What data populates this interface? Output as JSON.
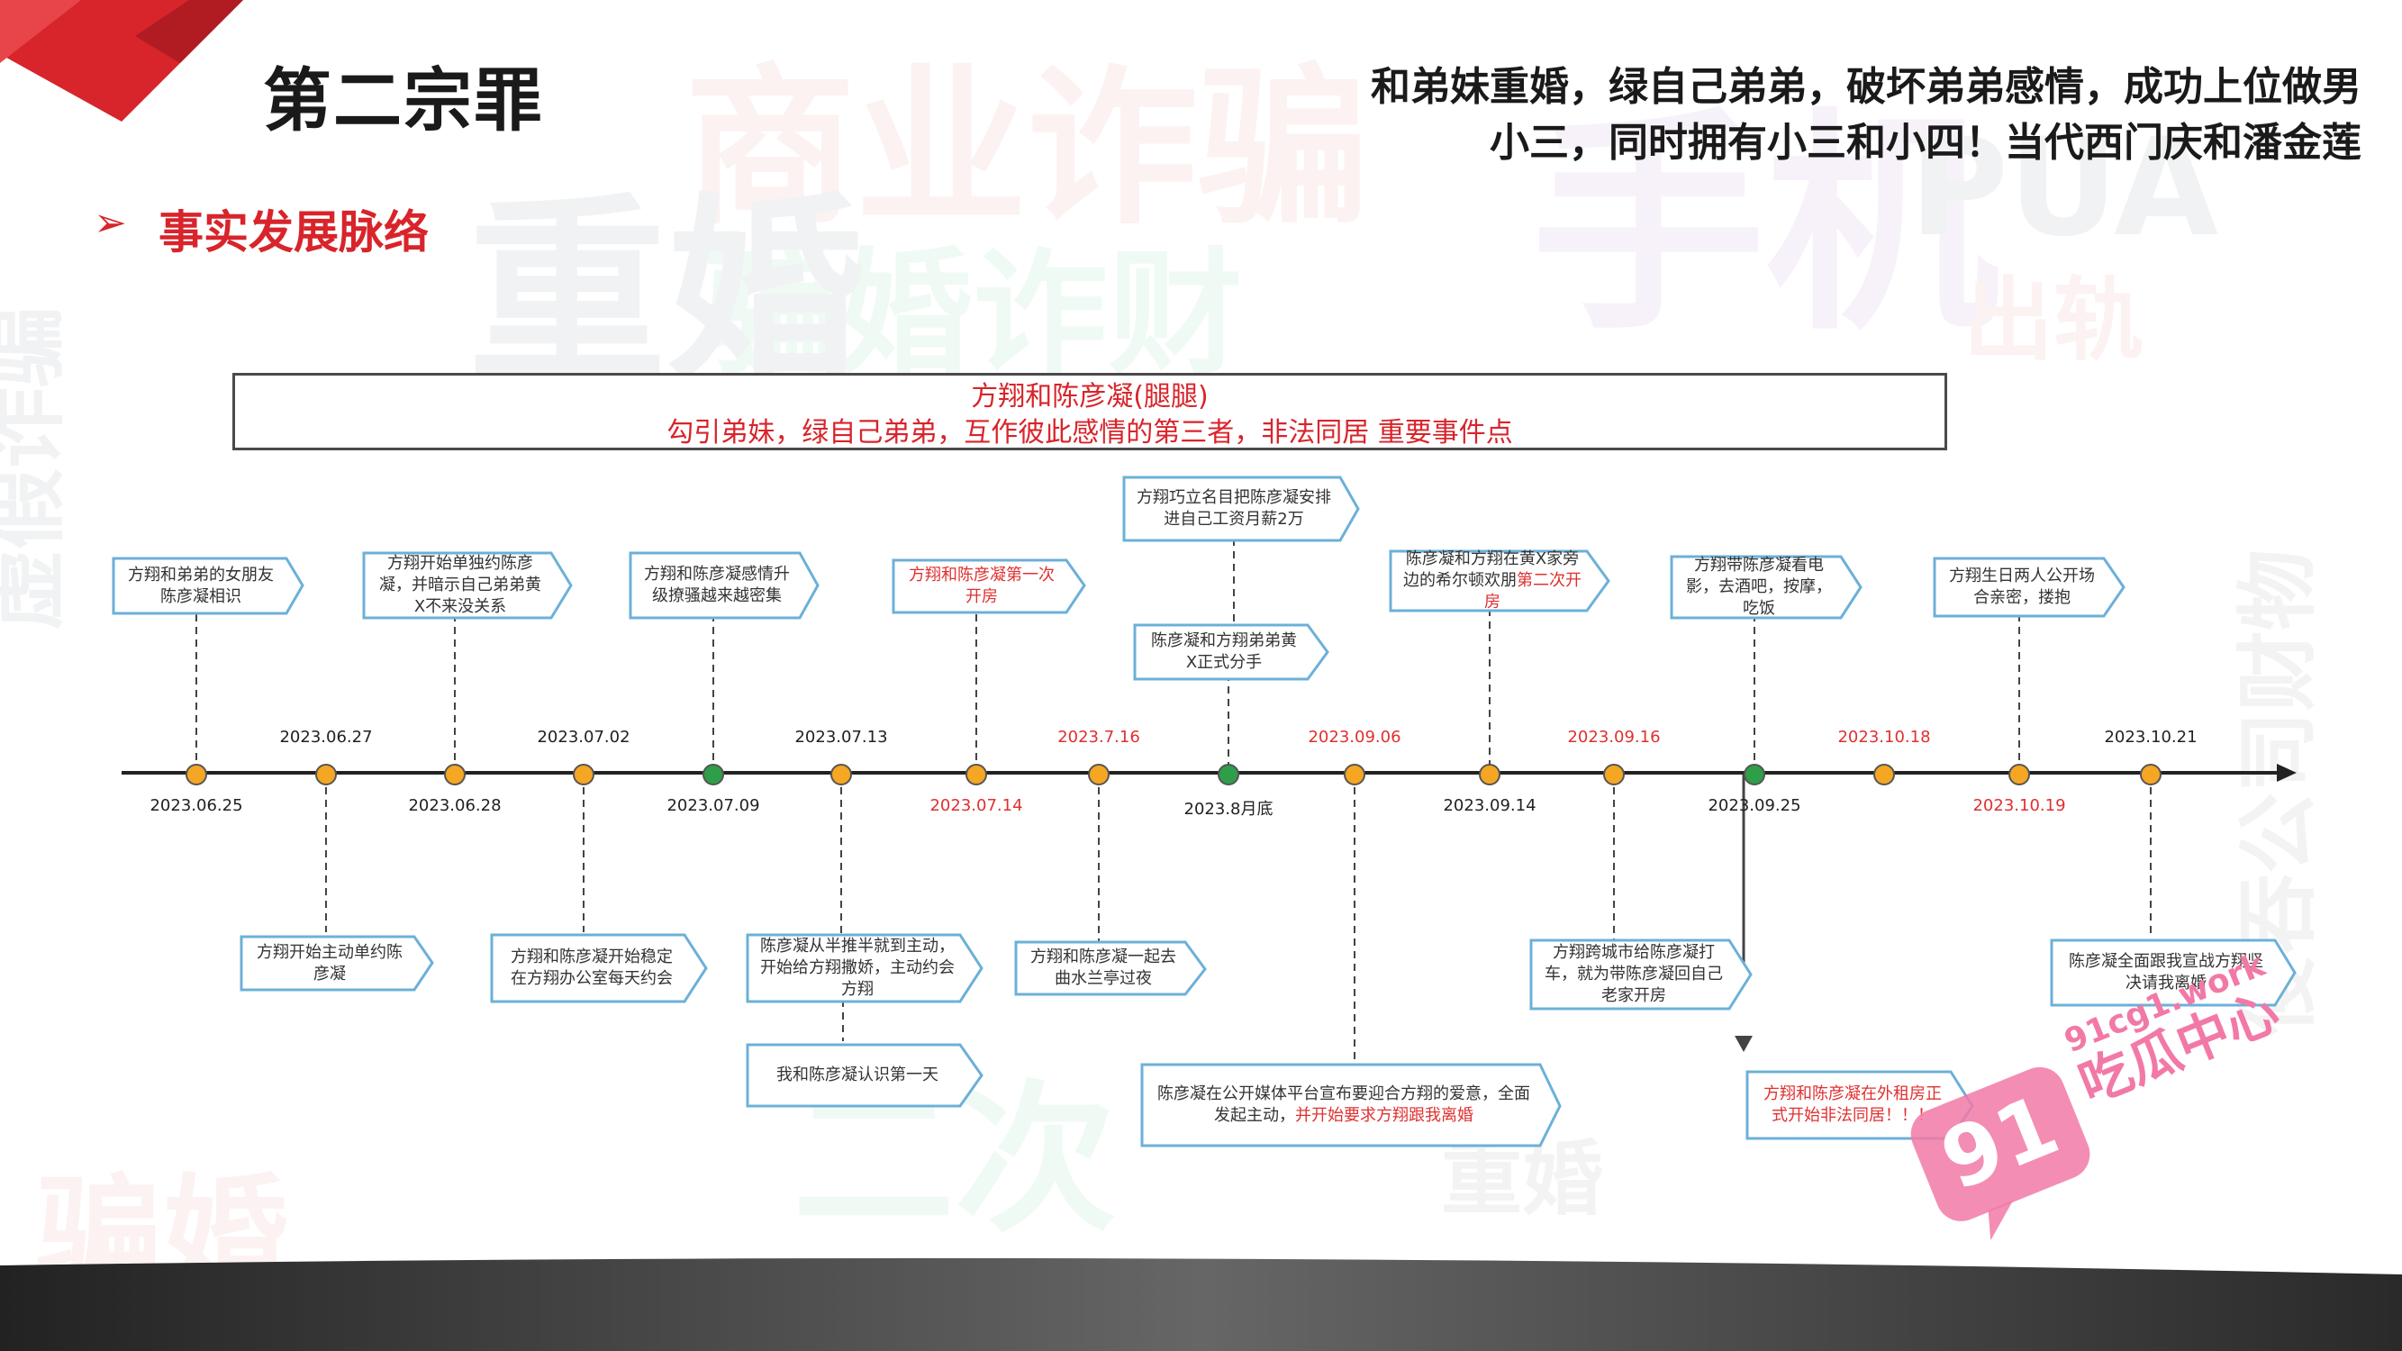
{
  "header": {
    "title": "第二宗罪",
    "headline_lines": [
      "和弟妹重婚，绿自己弟弟，破坏弟弟感情，成功上位做男",
      "小三，同时拥有小三和小四！当代西门庆和潘金莲"
    ],
    "section": "事实发展脉络"
  },
  "summary_box": {
    "line1": "方翔和陈彦凝(腿腿)",
    "line2": "勾引弟妹，绿自己弟弟，互作彼此感情的第三者，非法同居 重要事件点"
  },
  "timeline": {
    "nodes": [
      {
        "date": "2023.06.25",
        "label_pos": "below",
        "color": "orange",
        "red": false
      },
      {
        "date": "2023.06.27",
        "label_pos": "above",
        "color": "orange",
        "red": false
      },
      {
        "date": "2023.06.28",
        "label_pos": "below",
        "color": "orange",
        "red": false
      },
      {
        "date": "2023.07.02",
        "label_pos": "above",
        "color": "orange",
        "red": false
      },
      {
        "date": "2023.07.09",
        "label_pos": "below",
        "color": "green",
        "red": false
      },
      {
        "date": "2023.07.13",
        "label_pos": "above",
        "color": "orange",
        "red": false
      },
      {
        "date": "2023.07.14",
        "label_pos": "below",
        "color": "orange",
        "red": true
      },
      {
        "date": "2023.7.16",
        "label_pos": "above",
        "color": "orange",
        "red": true
      },
      {
        "date": "2023.8月底",
        "label_pos": "below",
        "color": "green",
        "red": false
      },
      {
        "date": "2023.09.06",
        "label_pos": "above",
        "color": "orange",
        "red": true
      },
      {
        "date": "2023.09.14",
        "label_pos": "below",
        "color": "orange",
        "red": false
      },
      {
        "date": "2023.09.16",
        "label_pos": "above",
        "color": "orange",
        "red": true
      },
      {
        "date": "2023.09.25",
        "label_pos": "below",
        "color": "green",
        "red": false
      },
      {
        "date": "2023.10.18",
        "label_pos": "above",
        "color": "orange",
        "red": true
      },
      {
        "date": "2023.10.19",
        "label_pos": "below",
        "color": "orange",
        "red": true
      },
      {
        "date": "2023.10.21",
        "label_pos": "above",
        "color": "orange",
        "red": false
      }
    ]
  },
  "events": {
    "e1": "方翔和弟弟的女朋友陈彦凝相识",
    "e2": "方翔开始单独约陈彦凝，并暗示自己弟弟黄X不来没关系",
    "e3": "方翔和陈彦凝感情升级撩骚越来越密集",
    "e4": "方翔和陈彦凝第一次开房",
    "e5": "方翔巧立名目把陈彦凝安排进自己工资月薪2万",
    "e6": "陈彦凝和方翔弟弟黄X正式分手",
    "e7a": "陈彦凝和方翔在黄X家旁边的希尔顿欢朋",
    "e7b": "第二次开房",
    "e8": "方翔带陈彦凝看电影，去酒吧，按摩，吃饭",
    "e9": "方翔生日两人公开场合亲密，搂抱",
    "b1": "方翔开始主动单约陈彦凝",
    "b2": "方翔和陈彦凝开始稳定在方翔办公室每天约会",
    "b3": "陈彦凝从半推半就到主动，开始给方翔撒娇，主动约会方翔",
    "b4": "我和陈彦凝认识第一天",
    "b5": "方翔和陈彦凝一起去曲水兰亭过夜",
    "b6a": "陈彦凝在公开媒体平台宣布要迎合方翔的爱意，全面发起主动，",
    "b6b": "并开始要求方翔跟我离婚",
    "b7": "方翔跨城市给陈彦凝打车，就为带陈彦凝回自己老家开房",
    "b8": "方翔和陈彦凝在外租房正式开始非法同居！！！",
    "b9": "陈彦凝全面跟我宣战方翔坚决请我离婚"
  },
  "watermark": {
    "site": "91cg1.work",
    "name": "吃瓜中心",
    "badge": "91"
  },
  "colors": {
    "accent_red": "#d8242b",
    "node_orange": "#f5a623",
    "node_green": "#2e9e48",
    "box_border": "#6cb0d8"
  }
}
